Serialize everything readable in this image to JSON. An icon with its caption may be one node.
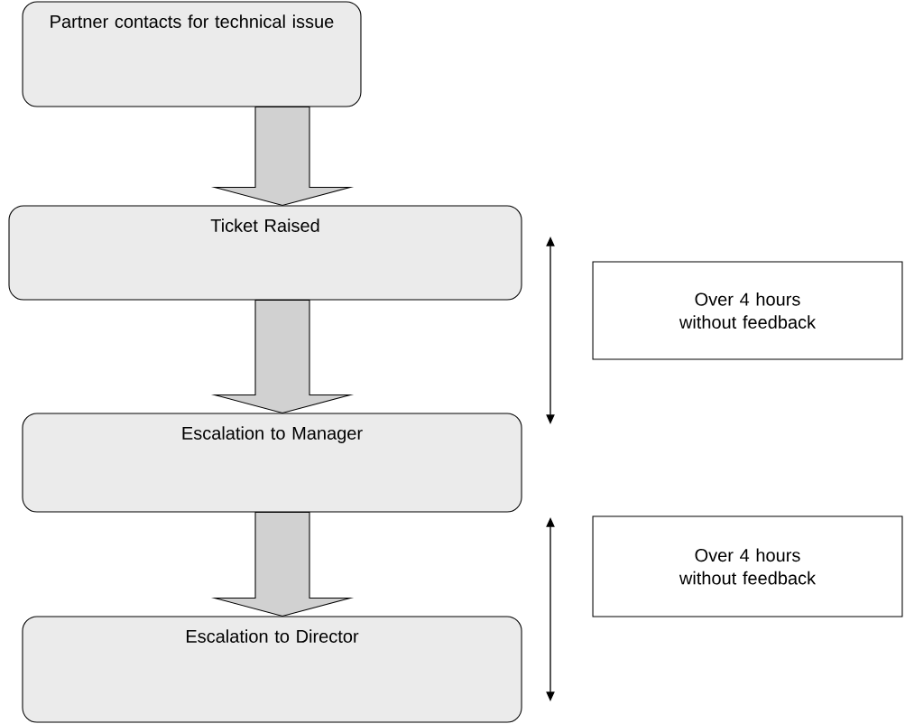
{
  "diagram": {
    "nodes": [
      {
        "text": [
          "Partner contacts for technical issue"
        ]
      },
      {
        "text": [
          "Ticket Raised"
        ]
      },
      {
        "text": [
          "Escalation to Manager"
        ]
      },
      {
        "text": [
          "Escalation to Director"
        ]
      },
      {
        "text": [
          "Over 4 hours without feedback"
        ]
      },
      {
        "text": [
          "Over 4 hours without feedback"
        ]
      }
    ],
    "edges": [
      {
        "from": 0,
        "to": 1,
        "arrow": "to"
      },
      {
        "from": 1,
        "to": 2,
        "arrow": "to"
      },
      {
        "from": 2,
        "to": 3,
        "arrow": "to"
      }
    ]
  }
}
